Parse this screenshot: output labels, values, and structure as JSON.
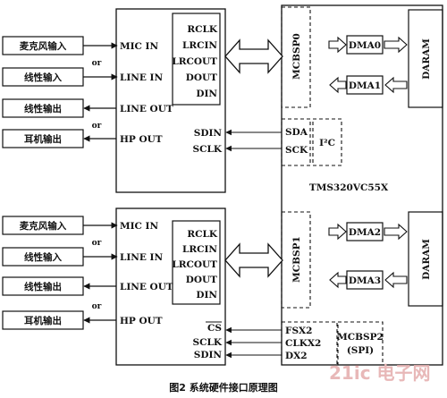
{
  "codecs": [
    {
      "inputs": [
        "麦克风输入",
        "线性输入"
      ],
      "outputs": [
        "线性输出",
        "耳机输出"
      ],
      "or_labels": [
        "or",
        "or"
      ],
      "pins_left": [
        "MIC IN",
        "LINE IN",
        "LINE OUT",
        "HP OUT"
      ],
      "pins_inner": [
        "RCLK",
        "LRCIN",
        "LRCOUT",
        "DOUT",
        "DIN"
      ],
      "ctrl_pins": [
        "SDIN",
        "SCLK"
      ]
    },
    {
      "inputs": [
        "麦克风输入",
        "线性输入"
      ],
      "outputs": [
        "线性输出",
        "耳机输出"
      ],
      "or_labels": [
        "or",
        "or"
      ],
      "pins_left": [
        "MIC IN",
        "LINE IN",
        "LINE OUT",
        "HP OUT"
      ],
      "pins_inner": [
        "RCLK",
        "LRCIN",
        "LRCOUT",
        "DOUT",
        "DIN"
      ],
      "ctrl_pins": [
        "CS",
        "SCLK",
        "SDIN"
      ]
    }
  ],
  "dsp": {
    "name": "TMS320VC55X",
    "mcbsp0": "MCBSP0",
    "mcbsp1": "MCBSP1",
    "dma": [
      "DMA0",
      "DMA1",
      "DMA2",
      "DMA3"
    ],
    "daram": [
      "DARAM",
      "DARAM"
    ],
    "i2c_pins": [
      "SDA",
      "SCK"
    ],
    "i2c_label": "I²C",
    "mcbsp2_pins": [
      "FSX2",
      "CLKX2",
      "DX2"
    ],
    "mcbsp2_label": "MCBSP2",
    "mcbsp2_sub": "(SPI)"
  },
  "caption": "图2   系统硬件接口原理图",
  "watermark": "21ic 电子网"
}
